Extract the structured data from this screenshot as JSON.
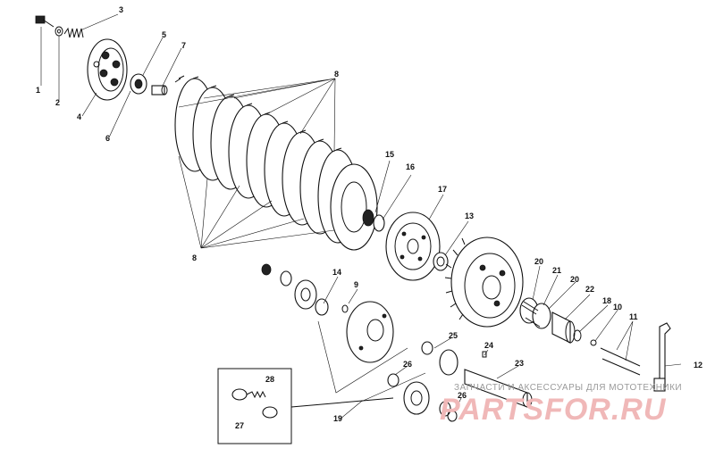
{
  "diagram": {
    "callouts": [
      {
        "id": "c1",
        "text": "1"
      },
      {
        "id": "c2",
        "text": "2"
      },
      {
        "id": "c3",
        "text": "3"
      },
      {
        "id": "c4",
        "text": "4"
      },
      {
        "id": "c5",
        "text": "5"
      },
      {
        "id": "c6",
        "text": "6"
      },
      {
        "id": "c7",
        "text": "7"
      },
      {
        "id": "c8a",
        "text": "8"
      },
      {
        "id": "c8b",
        "text": "8"
      },
      {
        "id": "c9",
        "text": "9"
      },
      {
        "id": "c10",
        "text": "10"
      },
      {
        "id": "c11",
        "text": "11"
      },
      {
        "id": "c12",
        "text": "12"
      },
      {
        "id": "c13",
        "text": "13"
      },
      {
        "id": "c14",
        "text": "14"
      },
      {
        "id": "c15",
        "text": "15"
      },
      {
        "id": "c16",
        "text": "16"
      },
      {
        "id": "c17",
        "text": "17"
      },
      {
        "id": "c18",
        "text": "18"
      },
      {
        "id": "c19",
        "text": "19"
      },
      {
        "id": "c20a",
        "text": "20"
      },
      {
        "id": "c20b",
        "text": "20"
      },
      {
        "id": "c21",
        "text": "21"
      },
      {
        "id": "c22",
        "text": "22"
      },
      {
        "id": "c23",
        "text": "23"
      },
      {
        "id": "c24",
        "text": "24"
      },
      {
        "id": "c25",
        "text": "25"
      },
      {
        "id": "c26a",
        "text": "26"
      },
      {
        "id": "c26b",
        "text": "26"
      },
      {
        "id": "c27",
        "text": "27"
      },
      {
        "id": "c28",
        "text": "28"
      }
    ]
  },
  "watermark": {
    "caption": "ЗАПЧАСТИ И АКСЕССУАРЫ ДЛЯ МОТОТЕХНИКИ",
    "logo": "PARTSFOR.RU"
  },
  "colors": {
    "line": "#111111",
    "watermark_text": "#9a9a9a",
    "watermark_logo": "#f0b8b8",
    "background": "#ffffff"
  }
}
